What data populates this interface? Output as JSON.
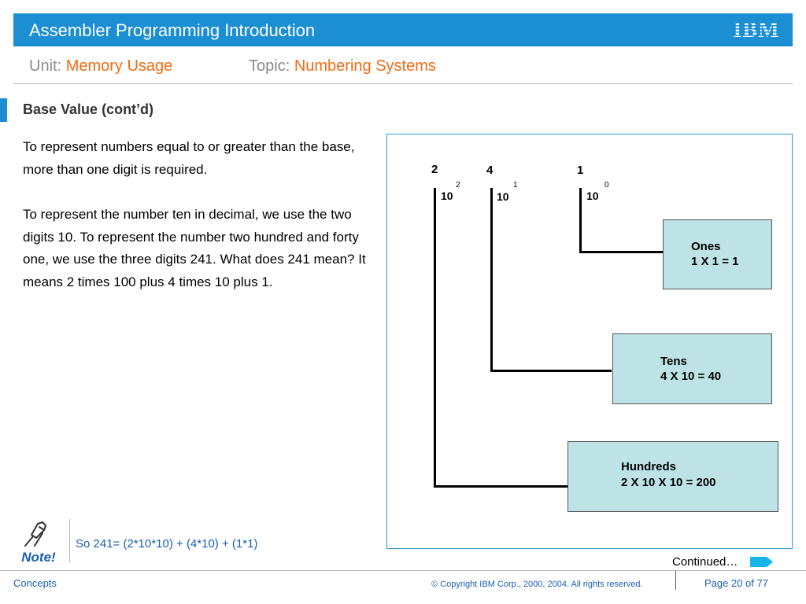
{
  "header": {
    "title": "Assembler Programming Introduction",
    "logo_text": "IBM",
    "unit_label": "Unit:",
    "unit_value": "Memory Usage",
    "topic_label": "Topic:",
    "topic_value": "Numbering Systems"
  },
  "section": {
    "heading": "Base Value (cont’d)"
  },
  "body": {
    "paragraph1": "To represent numbers equal to or greater than the base, more than one digit is required.",
    "paragraph2": "To represent the number ten in decimal, we use the two digits 10. To represent the number two hundred and forty one, we use the three digits 241. What does 241 mean? It means 2 times 100 plus 4 times 10 plus 1."
  },
  "diagram": {
    "digits": [
      "2",
      "4",
      "1"
    ],
    "powers": [
      {
        "base": "10",
        "exponent": "2"
      },
      {
        "base": "10",
        "exponent": "1"
      },
      {
        "base": "10",
        "exponent": "0"
      }
    ],
    "boxes": [
      {
        "title": "Ones",
        "formula": "1 X 1 = 1"
      },
      {
        "title": "Tens",
        "formula": "4 X 10 = 40"
      },
      {
        "title": "Hundreds",
        "formula": "2 X 10 X 10 = 200"
      }
    ]
  },
  "note": {
    "icon": "pushpin-note-icon",
    "icon_label": "Note!",
    "text": "So 241= (2*10*10) + (4*10) + (1*1)"
  },
  "navigation": {
    "continued": "Continued…"
  },
  "footer": {
    "left": "Concepts",
    "copyright": "© Copyright IBM Corp., 2000, 2004. All rights reserved.",
    "page": "Page 20 of 77"
  },
  "colors": {
    "brand_blue": "#1b8fd2",
    "accent_orange": "#f26b12",
    "box_fill": "#bde3e7",
    "link_blue": "#1b5fb0"
  }
}
